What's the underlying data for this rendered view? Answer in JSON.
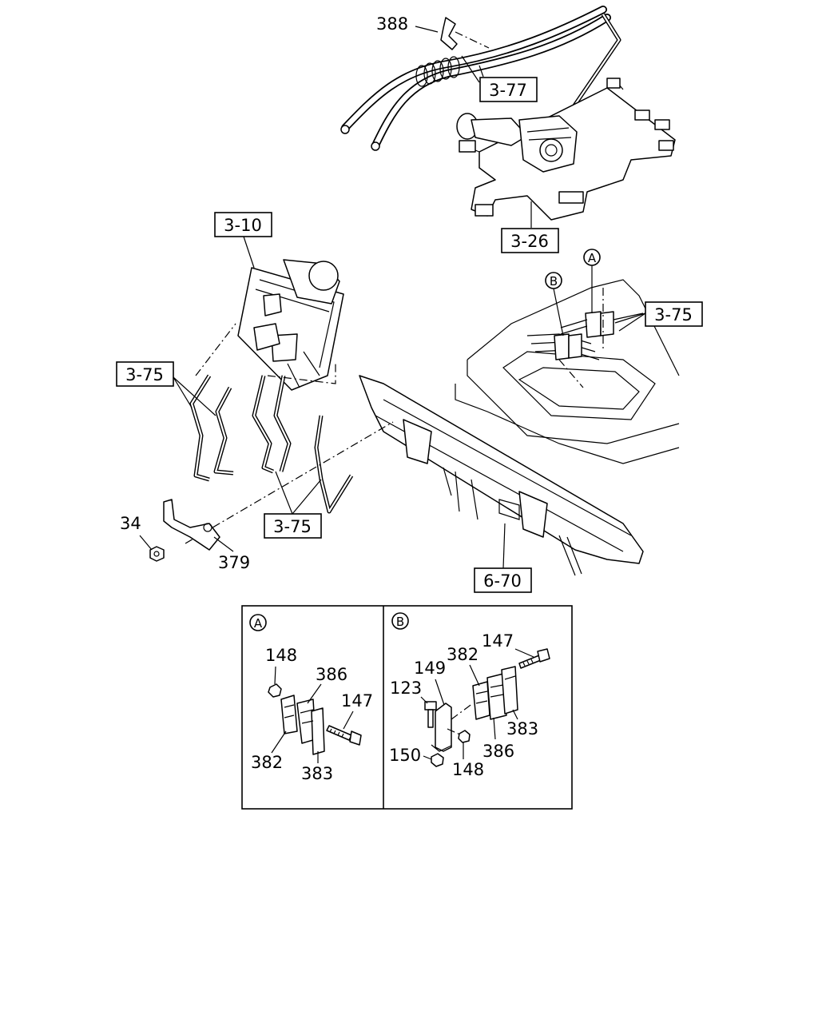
{
  "refs": {
    "r388": "388",
    "r3_77": "3-77",
    "r3_26": "3-26",
    "r3_10": "3-10",
    "r3_75_left": "3-75",
    "r3_75_right": "3-75",
    "r3_75_bottom": "3-75",
    "r34": "34",
    "r379": "379",
    "r6_70": "6-70"
  },
  "callouts": {
    "a": "A",
    "b": "B"
  },
  "detail_a": {
    "badge": "A",
    "labels": {
      "p148": "148",
      "p386": "386",
      "p147": "147",
      "p382": "382",
      "p383": "383"
    }
  },
  "detail_b": {
    "badge": "B",
    "labels": {
      "p147": "147",
      "p382": "382",
      "p149": "149",
      "p123": "123",
      "p383": "383",
      "p386": "386",
      "p150": "150",
      "p148": "148"
    }
  }
}
